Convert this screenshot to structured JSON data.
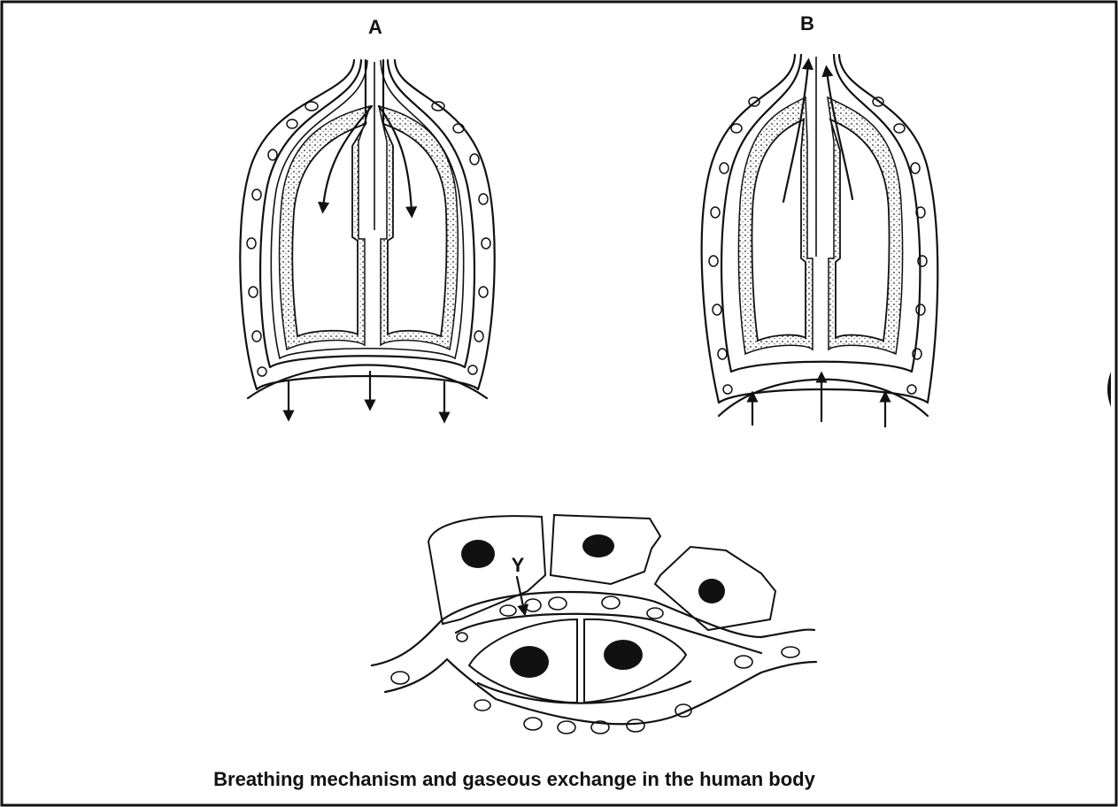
{
  "diagram": {
    "label_a": "A",
    "label_b": "B",
    "label_y": "Y",
    "caption": "Breathing mechanism and gaseous exchange in the human body"
  }
}
